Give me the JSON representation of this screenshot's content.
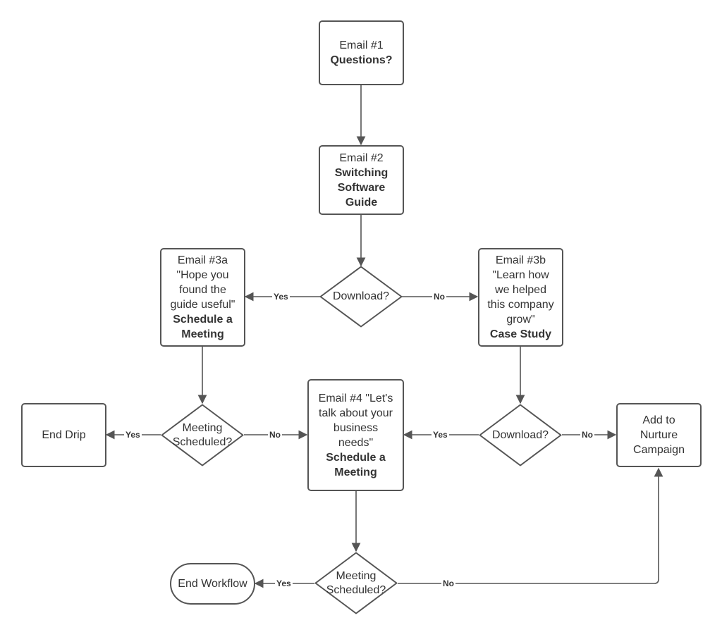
{
  "colors": {
    "stroke": "#555555",
    "text": "#333333",
    "background": "#ffffff"
  },
  "nodes": {
    "email1": {
      "line1": "Email #1",
      "bold1": "Questions?"
    },
    "email2": {
      "line1": "Email #2",
      "bold1": "Switching",
      "bold2": "Software",
      "bold3": "Guide"
    },
    "email3a": {
      "line1": "Email #3a",
      "line2": "\"Hope you",
      "line3": "found the",
      "line4": "guide useful\"",
      "bold1": "Schedule a",
      "bold2": "Meeting"
    },
    "email3b": {
      "line1": "Email #3b",
      "line2": "\"Learn how",
      "line3": "we helped",
      "line4": "this company",
      "line5": "grow\"",
      "bold1": "Case Study"
    },
    "email4": {
      "line1": "Email #4 \"Let's",
      "line2": "talk about your",
      "line3": "business",
      "line4": "needs\"",
      "bold1": "Schedule a",
      "bold2": "Meeting"
    },
    "end_drip": {
      "label": "End Drip"
    },
    "nurture": {
      "line1": "Add to",
      "line2": "Nurture",
      "line3": "Campaign"
    },
    "end_workflow": {
      "label": "End Workflow"
    }
  },
  "decisions": {
    "download1": {
      "label": "Download?"
    },
    "download2": {
      "label": "Download?"
    },
    "meeting1": {
      "line1": "Meeting",
      "line2": "Scheduled?"
    },
    "meeting2": {
      "line1": "Meeting",
      "line2": "Scheduled?"
    }
  },
  "edge_labels": {
    "download1_yes": "Yes",
    "download1_no": "No",
    "meeting1_yes": "Yes",
    "meeting1_no": "No",
    "download2_yes": "Yes",
    "download2_no": "No",
    "meeting2_yes": "Yes",
    "meeting2_no": "No"
  }
}
